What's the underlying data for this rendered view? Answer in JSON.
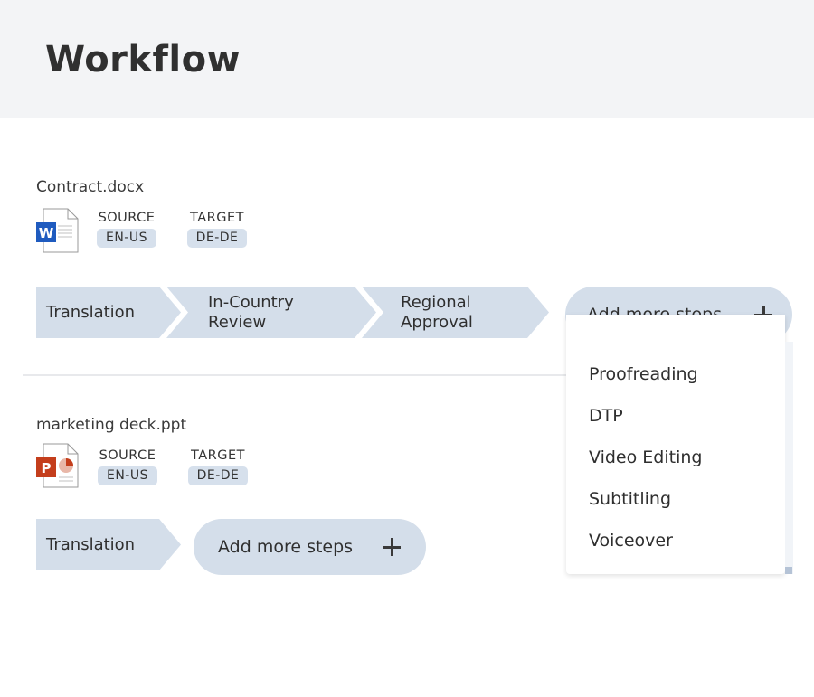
{
  "header": {
    "title": "Workflow"
  },
  "files": [
    {
      "name": "Contract.docx",
      "icon": "word-document-icon",
      "icon_letter": "W",
      "source_label": "SOURCE",
      "source_lang": "EN-US",
      "target_label": "TARGET",
      "target_lang": "DE-DE",
      "steps": [
        {
          "label": "Translation"
        },
        {
          "label": "In-Country\nReview"
        },
        {
          "label": "Regional\nApproval"
        }
      ],
      "add_button_label": "Add more steps"
    },
    {
      "name": "marketing deck.ppt",
      "icon": "powerpoint-document-icon",
      "icon_letter": "P",
      "source_label": "SOURCE",
      "source_lang": "EN-US",
      "target_label": "TARGET",
      "target_lang": "DE-DE",
      "steps": [
        {
          "label": "Translation"
        }
      ],
      "add_button_label": "Add more steps"
    }
  ],
  "dropdown": {
    "items": [
      "Proofreading",
      "DTP",
      "Video Editing",
      "Subtitling",
      "Voiceover"
    ]
  },
  "colors": {
    "header_bg": "#f3f4f6",
    "step_bg": "#d4deea",
    "badge_bg": "#d6e0ec",
    "word_blue": "#1f5bbf",
    "ppt_orange": "#c43e1c"
  }
}
